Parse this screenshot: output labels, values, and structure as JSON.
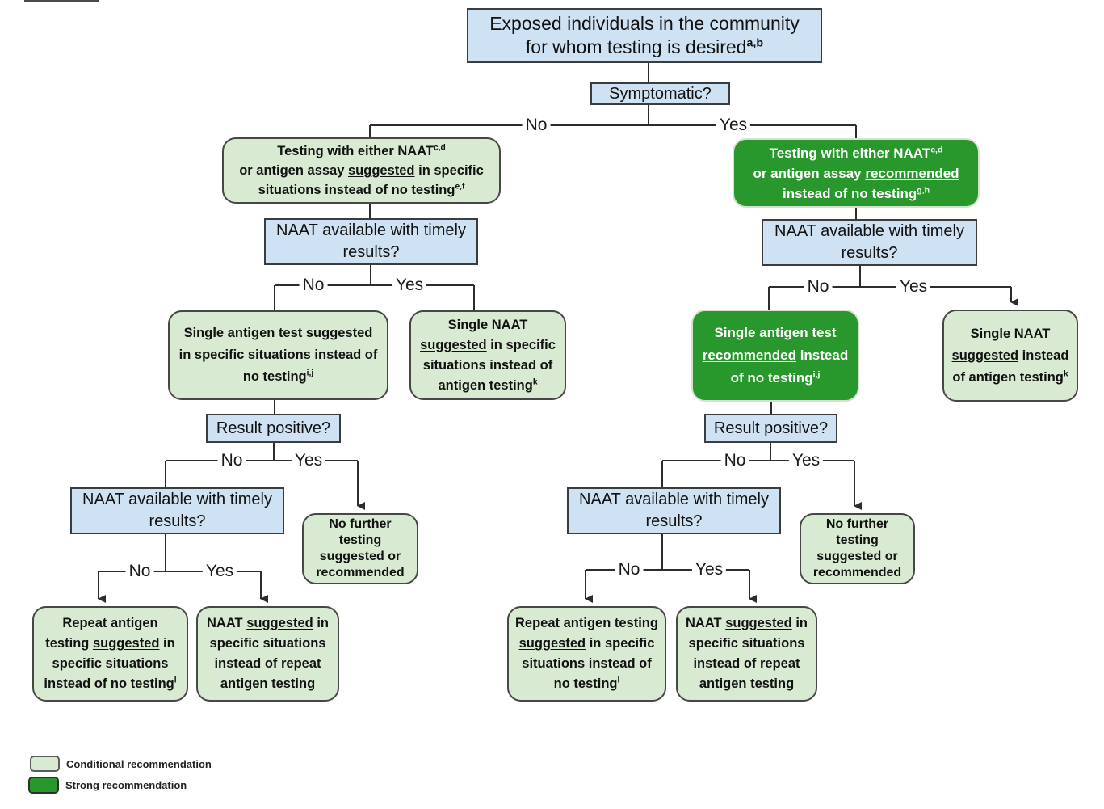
{
  "title": "Community exposure testing decision flowchart",
  "colors": {
    "decision_box_blue": "#cfe2f3",
    "conditional_green": "#d9ead3",
    "strong_green": "#28982c",
    "line": "#2d2d2d"
  },
  "branch_labels": {
    "no": "No",
    "yes": "Yes"
  },
  "nodes": {
    "root": {
      "segments": [
        {
          "t": "Exposed individuals in the community"
        },
        {
          "br": true
        },
        {
          "t": "for whom testing is desired"
        },
        {
          "t": "a,b",
          "sup": true
        }
      ]
    },
    "symptomatic": {
      "segments": [
        {
          "t": "Symptomatic?"
        }
      ]
    },
    "left_testing_suggested": {
      "segments": [
        {
          "t": "Testing with either NAAT"
        },
        {
          "t": "c,d",
          "sup": true
        },
        {
          "br": true
        },
        {
          "t": "or antigen assay "
        },
        {
          "t": "suggested",
          "u": true
        },
        {
          "t": " in specific"
        },
        {
          "br": true
        },
        {
          "t": "situations instead of no testing"
        },
        {
          "t": "e,f",
          "sup": true
        }
      ]
    },
    "right_testing_recommended": {
      "segments": [
        {
          "t": "Testing with either NAAT"
        },
        {
          "t": "c,d",
          "sup": true
        },
        {
          "br": true
        },
        {
          "t": "or antigen assay "
        },
        {
          "t": "recommended",
          "u": true
        },
        {
          "br": true
        },
        {
          "t": "instead of no testing"
        },
        {
          "t": "g,h",
          "sup": true
        }
      ]
    },
    "left_naat_timely_1": {
      "segments": [
        {
          "t": "NAAT available with timely"
        },
        {
          "br": true
        },
        {
          "t": "results?"
        }
      ]
    },
    "right_naat_timely_1": {
      "segments": [
        {
          "t": "NAAT available with timely"
        },
        {
          "br": true
        },
        {
          "t": "results?"
        }
      ]
    },
    "left_single_antigen": {
      "segments": [
        {
          "t": "Single antigen test "
        },
        {
          "t": "suggested",
          "u": true
        },
        {
          "br": true
        },
        {
          "t": "in specific situations instead of"
        },
        {
          "br": true
        },
        {
          "t": "no testing"
        },
        {
          "t": "i,j",
          "sup": true
        }
      ]
    },
    "left_single_naat": {
      "segments": [
        {
          "t": "Single NAAT"
        },
        {
          "br": true
        },
        {
          "t": "suggested",
          "u": true
        },
        {
          "t": " in specific"
        },
        {
          "br": true
        },
        {
          "t": "situations instead of"
        },
        {
          "br": true
        },
        {
          "t": "antigen testing"
        },
        {
          "t": "k",
          "sup": true
        }
      ]
    },
    "right_single_antigen": {
      "segments": [
        {
          "t": "Single antigen test"
        },
        {
          "br": true
        },
        {
          "t": "recommended",
          "u": true
        },
        {
          "t": " instead"
        },
        {
          "br": true
        },
        {
          "t": "of no testing"
        },
        {
          "t": "i,j",
          "sup": true
        }
      ]
    },
    "right_single_naat": {
      "segments": [
        {
          "t": "Single NAAT"
        },
        {
          "br": true
        },
        {
          "t": "suggested",
          "u": true
        },
        {
          "t": " instead"
        },
        {
          "br": true
        },
        {
          "t": "of antigen testing"
        },
        {
          "t": "k",
          "sup": true
        }
      ]
    },
    "left_result_positive": {
      "segments": [
        {
          "t": "Result positive?"
        }
      ]
    },
    "right_result_positive": {
      "segments": [
        {
          "t": "Result positive?"
        }
      ]
    },
    "left_naat_timely_2": {
      "segments": [
        {
          "t": "NAAT available with timely"
        },
        {
          "br": true
        },
        {
          "t": "results?"
        }
      ]
    },
    "right_naat_timely_2": {
      "segments": [
        {
          "t": "NAAT available with timely"
        },
        {
          "br": true
        },
        {
          "t": "results?"
        }
      ]
    },
    "left_no_further": {
      "segments": [
        {
          "t": "No further"
        },
        {
          "br": true
        },
        {
          "t": "testing"
        },
        {
          "br": true
        },
        {
          "t": "suggested or"
        },
        {
          "br": true
        },
        {
          "t": "recommended"
        }
      ]
    },
    "right_no_further": {
      "segments": [
        {
          "t": "No further"
        },
        {
          "br": true
        },
        {
          "t": "testing"
        },
        {
          "br": true
        },
        {
          "t": "suggested or"
        },
        {
          "br": true
        },
        {
          "t": "recommended"
        }
      ]
    },
    "left_repeat_antigen": {
      "segments": [
        {
          "t": "Repeat antigen"
        },
        {
          "br": true
        },
        {
          "t": "testing "
        },
        {
          "t": "suggested",
          "u": true
        },
        {
          "t": " in"
        },
        {
          "br": true
        },
        {
          "t": "specific situations"
        },
        {
          "br": true
        },
        {
          "t": "instead of no testing"
        },
        {
          "t": "l",
          "sup": true
        }
      ]
    },
    "left_naat_repeat": {
      "segments": [
        {
          "t": "NAAT "
        },
        {
          "t": "suggested",
          "u": true
        },
        {
          "t": " in"
        },
        {
          "br": true
        },
        {
          "t": "specific situations"
        },
        {
          "br": true
        },
        {
          "t": "instead of repeat"
        },
        {
          "br": true
        },
        {
          "t": "antigen testing"
        }
      ]
    },
    "right_repeat_antigen": {
      "segments": [
        {
          "t": "Repeat antigen testing"
        },
        {
          "br": true
        },
        {
          "t": "suggested",
          "u": true
        },
        {
          "t": " in specific"
        },
        {
          "br": true
        },
        {
          "t": "situations instead of"
        },
        {
          "br": true
        },
        {
          "t": "no testing"
        },
        {
          "t": "l",
          "sup": true
        }
      ]
    },
    "right_naat_repeat": {
      "segments": [
        {
          "t": "NAAT "
        },
        {
          "t": "suggested",
          "u": true
        },
        {
          "t": " in"
        },
        {
          "br": true
        },
        {
          "t": "specific situations"
        },
        {
          "br": true
        },
        {
          "t": "instead of repeat"
        },
        {
          "br": true
        },
        {
          "t": "antigen testing"
        }
      ]
    }
  },
  "legend": {
    "items": [
      {
        "label": "Conditional recommendation",
        "color": "#d9ead3"
      },
      {
        "label": "Strong recommendation",
        "color": "#28982c"
      }
    ]
  }
}
